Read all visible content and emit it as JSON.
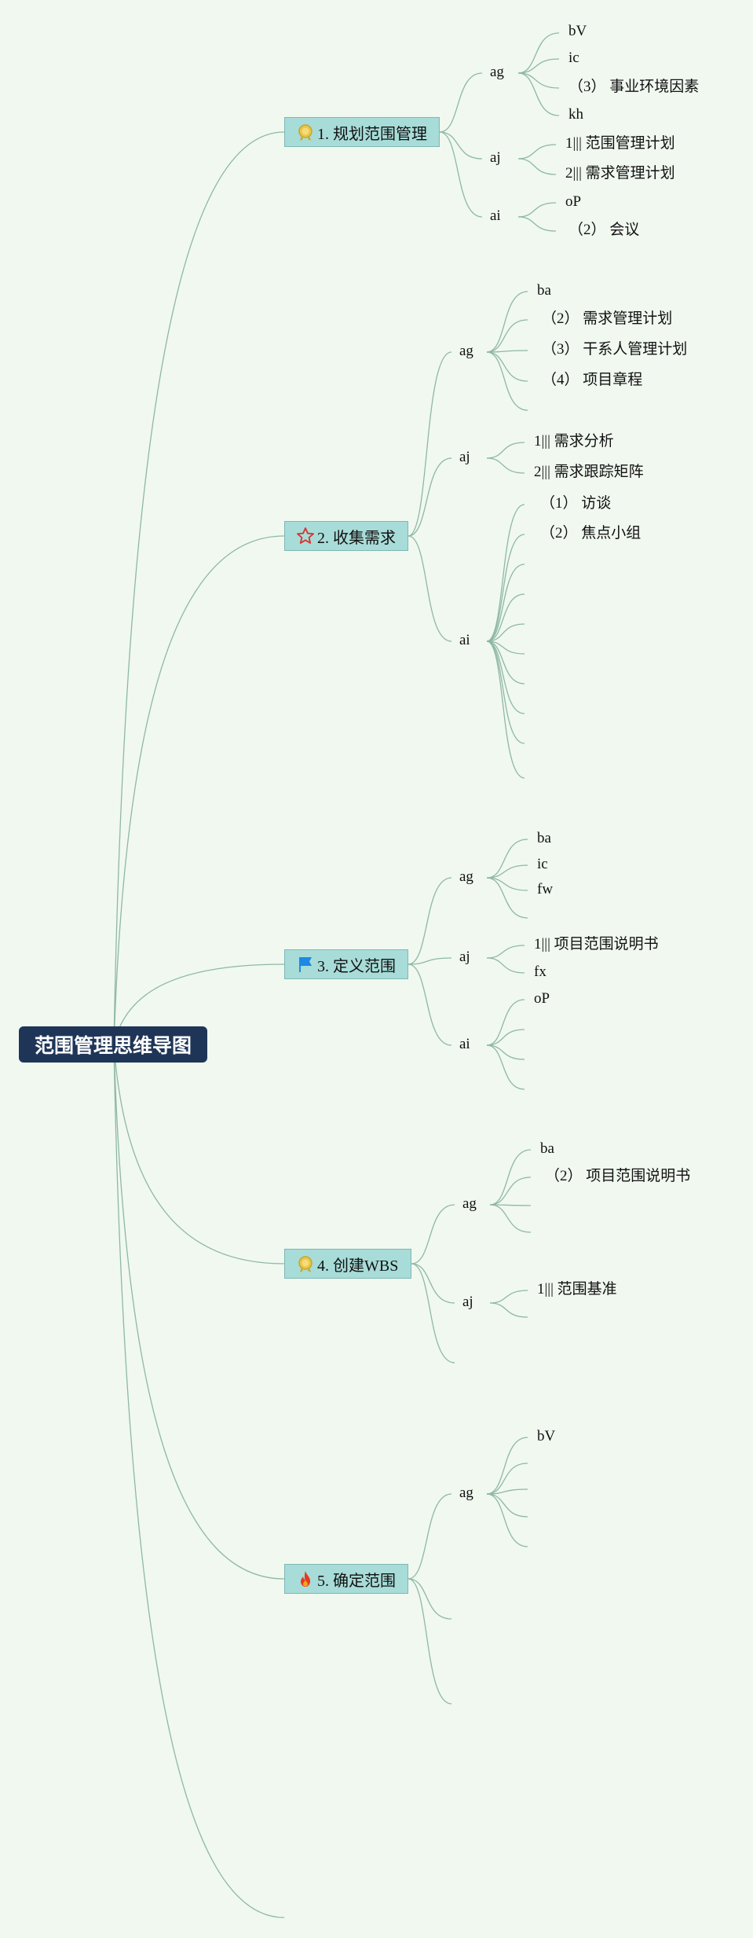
{
  "root": {
    "label": "范围管理思维导图"
  },
  "branches": [
    {
      "icon": "medal-icon",
      "label": "1. 规划范围管理"
    },
    {
      "icon": "star-icon",
      "label": "2. 收集需求"
    },
    {
      "icon": "flag-icon",
      "label": "3. 定义范围"
    },
    {
      "icon": "medal-icon",
      "label": "4. 创建WBS"
    },
    {
      "icon": "fire-icon",
      "label": "5. 确定范围"
    }
  ],
  "groups": {
    "b1": {
      "ag": "ag",
      "aj": "aj",
      "ai": "ai"
    },
    "b2": {
      "ag": "ag",
      "aj": "aj",
      "ai": "ai"
    },
    "b3": {
      "ag": "ag",
      "aj": "aj",
      "ai": "ai"
    },
    "b4": {
      "ag": "ag",
      "aj": "aj"
    },
    "b5": {
      "ag": "ag"
    }
  },
  "leaves": {
    "b1_ag": [
      "bV",
      "ic",
      "（3） 事业环境因素",
      "kh"
    ],
    "b1_aj": [
      "1||| 范围管理计划",
      "2||| 需求管理计划"
    ],
    "b1_ai": [
      "oP",
      "（2） 会议"
    ],
    "b2_ag": [
      "ba",
      "（2） 需求管理计划",
      "（3） 干系人管理计划",
      "（4） 项目章程"
    ],
    "b2_aj": [
      "1||| 需求分析",
      "2||| 需求跟踪矩阵"
    ],
    "b2_ai": [
      "（1） 访谈",
      "（2） 焦点小组"
    ],
    "b3_ag": [
      "ba",
      "ic",
      "fw"
    ],
    "b3_aj": [
      "1||| 项目范围说明书",
      "fx"
    ],
    "b3_ai": [
      "oP"
    ],
    "b4_ag": [
      "ba",
      "（2） 项目范围说明书"
    ],
    "b4_aj": [
      "1||| 范围基准"
    ],
    "b5_ag": [
      "bV"
    ]
  },
  "colors": {
    "background": "#f0f8f0",
    "root_fill": "#1f3558",
    "branch_fill": "#a8dcd8",
    "connector": "#8fb8a3",
    "medal": "#e8c64a",
    "star": "#d93030",
    "flag": "#1e88e5",
    "fire": "#e5391e"
  }
}
